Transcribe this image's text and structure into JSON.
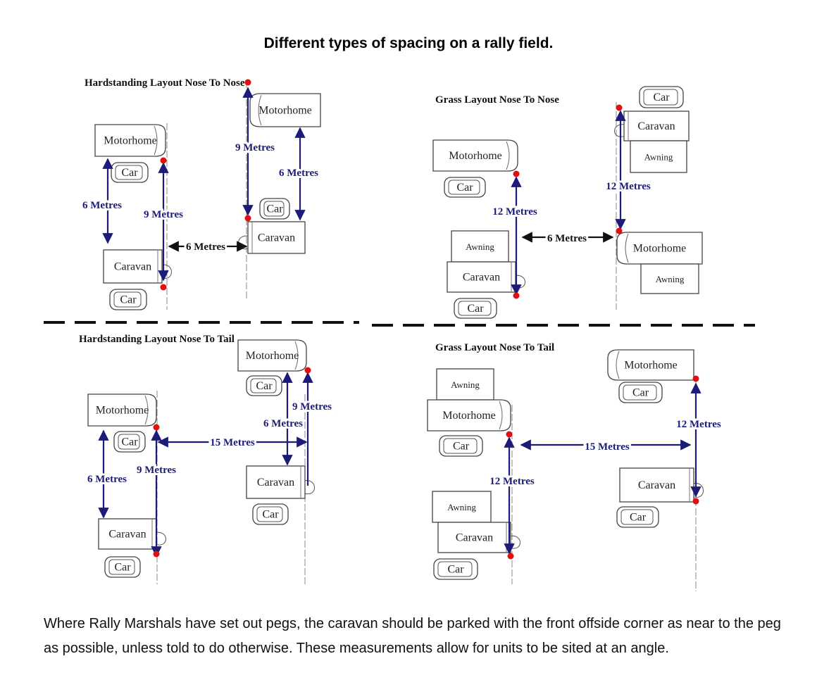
{
  "title": "Different types of spacing on a rally field.",
  "colors": {
    "arrow": "#1c1c78",
    "peg": "#e01010",
    "black_arrow": "#111111"
  },
  "panels": [
    {
      "heading": "Hardstanding Layout Nose To Nose",
      "vehicles": [
        "Motorhome",
        "Car",
        "Caravan",
        "Car",
        "Motorhome",
        "Car",
        "Caravan"
      ],
      "measurements": [
        "6 Metres",
        "9 Metres",
        "6 Metres",
        "9 Metres",
        "6 Metres"
      ]
    },
    {
      "heading": "Grass Layout Nose To Nose",
      "vehicles": [
        "Motorhome",
        "Car",
        "Awning",
        "Caravan",
        "Car",
        "Car",
        "Caravan",
        "Awning",
        "Motorhome",
        "Awning"
      ],
      "measurements": [
        "12 Metres",
        "6 Metres",
        "12 Metres"
      ]
    },
    {
      "heading": "Hardstanding Layout Nose To Tail",
      "vehicles": [
        "Motorhome",
        "Car",
        "Caravan",
        "Car",
        "Motorhome",
        "Car",
        "Caravan",
        "Car"
      ],
      "measurements": [
        "9 Metres",
        "6 Metres",
        "15 Metres",
        "6 Metres",
        "9 Metres"
      ]
    },
    {
      "heading": "Grass Layout Nose To Tail",
      "vehicles": [
        "Awning",
        "Motorhome",
        "Car",
        "Awning",
        "Caravan",
        "Car",
        "Motorhome",
        "Car",
        "Caravan",
        "Car"
      ],
      "measurements": [
        "12 Metres",
        "15 Metres",
        "12 Metres"
      ]
    }
  ],
  "footer": "Where Rally Marshals have set out pegs, the caravan should be parked with the front offside corner as near to the peg as possible, unless told to do otherwise. These measurements allow for units to be sited at an angle."
}
